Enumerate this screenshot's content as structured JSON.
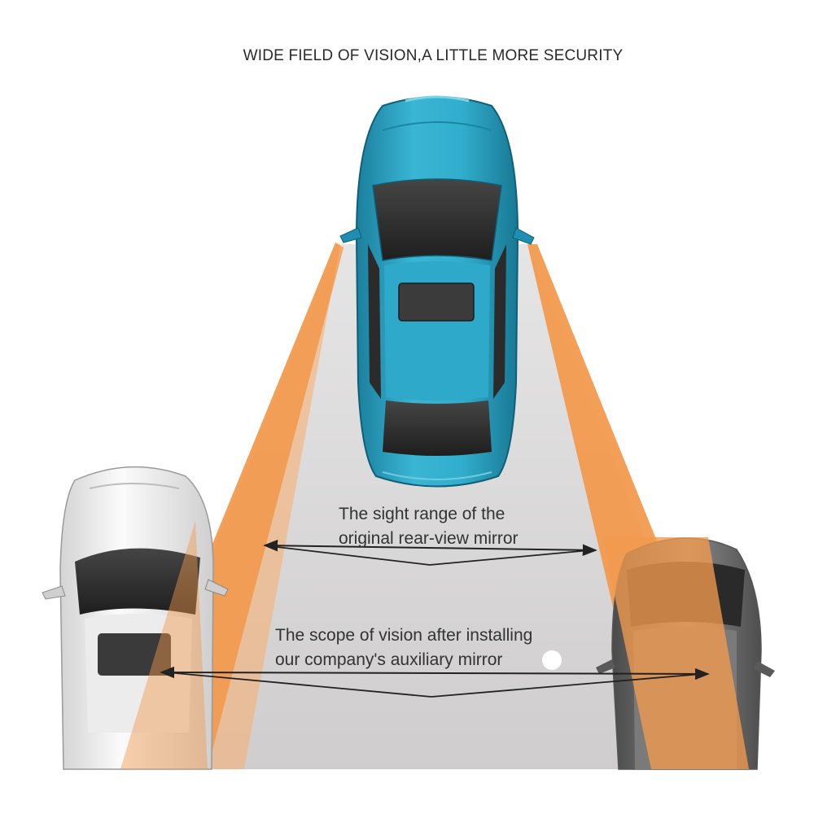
{
  "headline": "WIDE FIELD OF VISION,A LITTLE MORE SECURITY",
  "captions": {
    "original_range": {
      "line1": "The sight range of the",
      "line2": "original rear-view mirror"
    },
    "auxiliary_range": {
      "line1": "The scope of vision after installing",
      "line2": "our company's auxiliary mirror"
    }
  },
  "colors": {
    "road": "#d7d6d6",
    "beam": "#f29a4e",
    "car_center": "#29a6c6",
    "car_left": "#f4f4f4",
    "car_right": "#6e6e6e",
    "glass": "#2c2c2c",
    "arrow": "#222222"
  }
}
